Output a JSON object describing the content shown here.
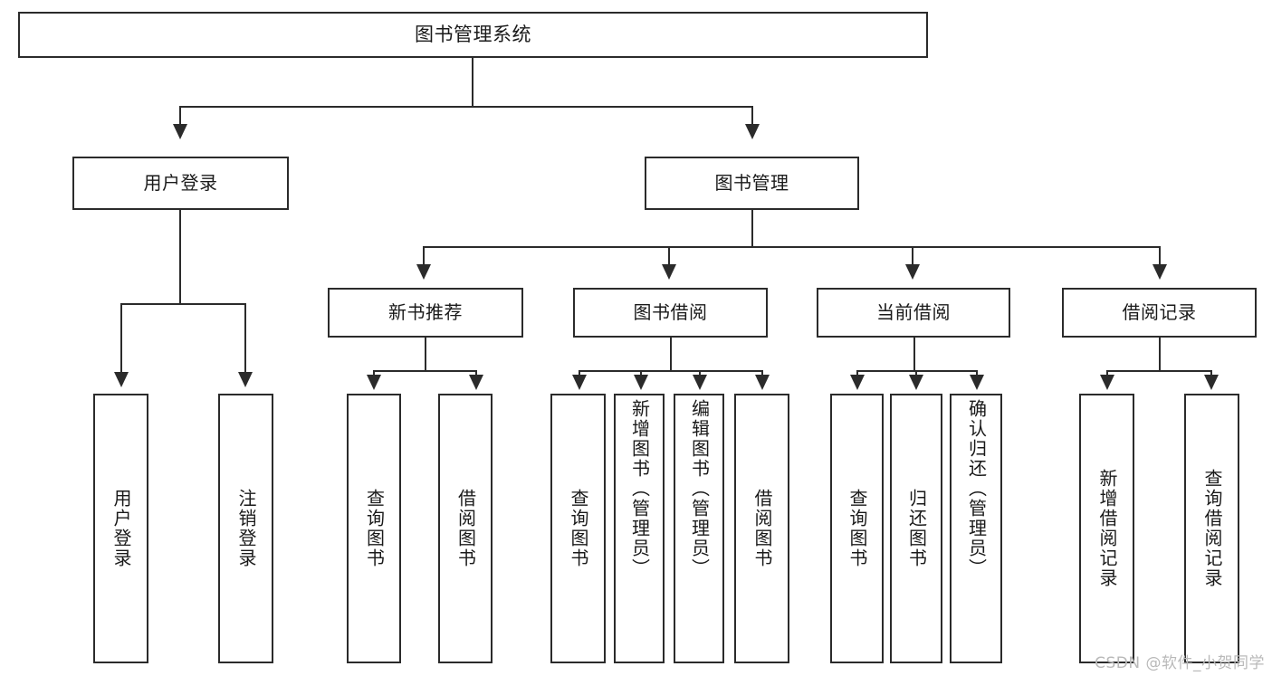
{
  "diagram": {
    "title": "图书管理系统",
    "type": "tree",
    "root": {
      "label": "图书管理系统"
    },
    "level2": [
      {
        "label": "用户登录"
      },
      {
        "label": "图书管理"
      }
    ],
    "level3": [
      {
        "label": "新书推荐"
      },
      {
        "label": "图书借阅"
      },
      {
        "label": "当前借阅"
      },
      {
        "label": "借阅记录"
      }
    ],
    "leaves": {
      "user_login": [
        {
          "label": "用户登录"
        },
        {
          "label": "注销登录"
        }
      ],
      "new_book": [
        {
          "label": "查询图书"
        },
        {
          "label": "借阅图书"
        }
      ],
      "book_borrow": [
        {
          "label": "查询图书"
        },
        {
          "label": "新增图书（管理员）"
        },
        {
          "label": "编辑图书（管理员）"
        },
        {
          "label": "借阅图书"
        }
      ],
      "current_borrow": [
        {
          "label": "查询图书"
        },
        {
          "label": "归还图书"
        },
        {
          "label": "确认归还（管理员）"
        }
      ],
      "borrow_record": [
        {
          "label": "新增借阅记录"
        },
        {
          "label": "查询借阅记录"
        }
      ]
    }
  },
  "watermark": {
    "text": "CSDN @软件_小贺同学"
  },
  "colors": {
    "stroke": "#2b2b2b",
    "text": "#1a1a1a",
    "background": "#ffffff",
    "watermark": "#b9b9b9"
  }
}
